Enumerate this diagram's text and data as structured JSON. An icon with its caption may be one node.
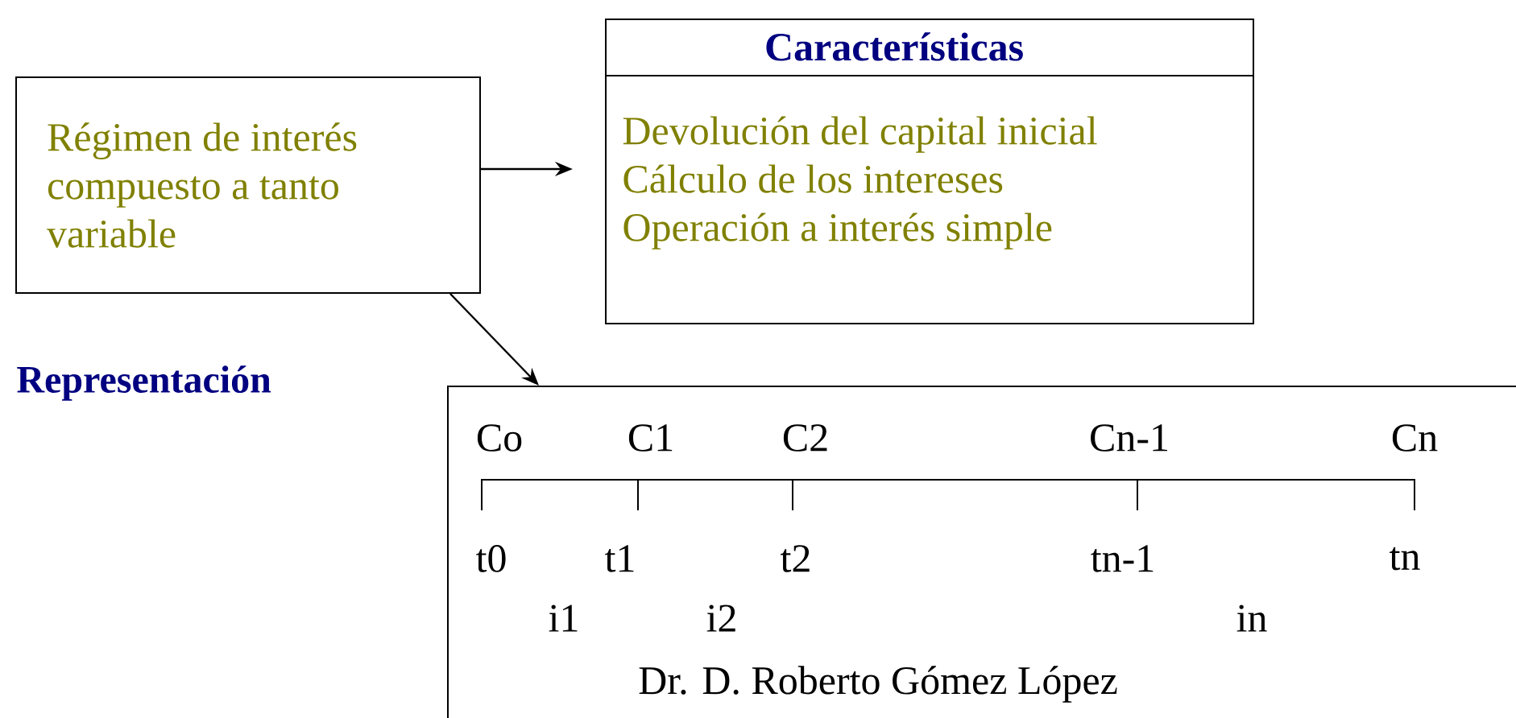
{
  "diagram": {
    "nodes": [
      {
        "text": [
          "Régimen de interés compuesto a tanto variable"
        ]
      },
      {
        "text": [
          "Características",
          "Devolución del capital inicial",
          "Cálculo de los intereses",
          "Operación a interés simple"
        ]
      },
      {
        "text": [],
        "shape": "box"
      }
    ],
    "edges": [
      {
        "from": 0,
        "to": 1,
        "arrow": "to"
      },
      {
        "from": 0,
        "to": 2,
        "arrow": "to"
      }
    ],
    "labels": [
      "Representación",
      "Co",
      "C1",
      "C2",
      "Cn-1",
      "Cn",
      "t0",
      "t1",
      "t2",
      "tn-1",
      "tn",
      "i1",
      "i2",
      "in",
      "Dr. D. Roberto Gómez López"
    ]
  }
}
